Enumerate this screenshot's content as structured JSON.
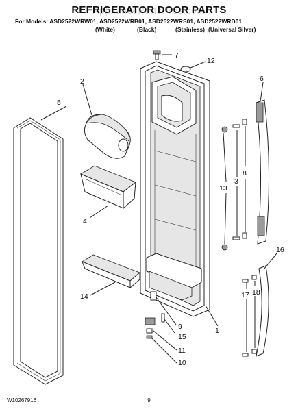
{
  "header": {
    "watermark": "AppliancePartsPros.com",
    "title": "REFRIGERATOR DOOR PARTS",
    "models": "For Models: ASD2522WRW01, ASD2522WRB01, ASD2522WRS01, ASD2522WRD01",
    "variants": [
      "(White)",
      "(Black)",
      "(Stainless)",
      "(Universal Silver)"
    ]
  },
  "callouts": {
    "c1": "1",
    "c2": "2",
    "c3": "3",
    "c4": "4",
    "c5": "5",
    "c6": "6",
    "c7": "7",
    "c8": "8",
    "c9": "9",
    "c10": "10",
    "c11": "11",
    "c12": "12",
    "c13": "13",
    "c14": "14",
    "c15": "15",
    "c16": "16",
    "c17": "17",
    "c18": "18"
  },
  "footer": {
    "doc_number": "W10267916",
    "page_number": "9"
  }
}
